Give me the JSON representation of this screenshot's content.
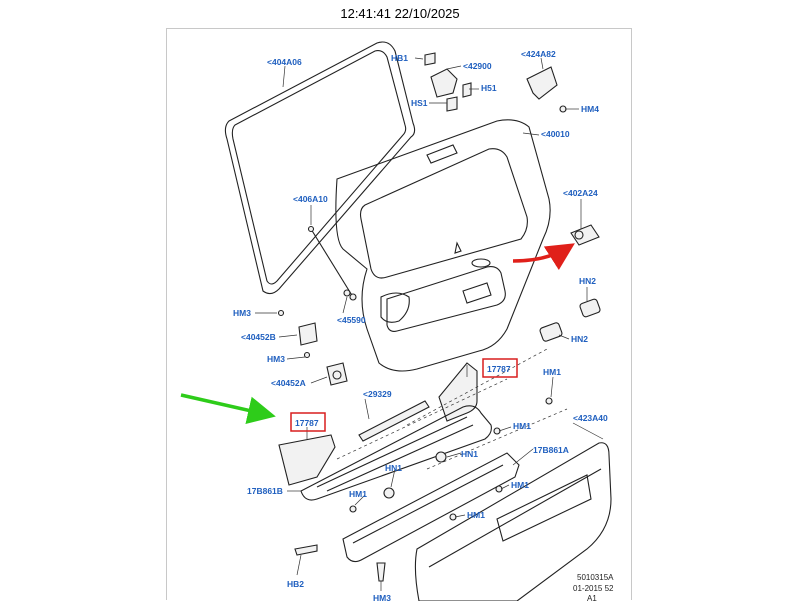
{
  "timestamp": "12:41:41 22/10/2025",
  "labels": {
    "l404A06": "<404A06",
    "lHB1": "HB1",
    "l42900": "<42900",
    "l424A82": "<424A82",
    "lHS1a": "HS1",
    "lH51": "H51",
    "lHM4": "HM4",
    "l40010": "<40010",
    "l406A10": "<406A10",
    "l402A24": "<402A24",
    "lHN2a": "HN2",
    "lHN2b": "HN2",
    "lHM3a": "HM3",
    "l40452B": "<40452B",
    "l45590": "<45590",
    "lHM3b": "HM3",
    "l40452A": "<40452A",
    "l17787a": "17787",
    "l17787b": "17787",
    "lHM1a": "HM1",
    "l29329": "<29329",
    "l423A40": "<423A40",
    "lHM1b": "HM1",
    "l17B861A": "17B861A",
    "lHN1a": "HN1",
    "lHN1b": "HN1",
    "lHM1c": "HM1",
    "l17B861B": "17B861B",
    "lHM1d": "HM1",
    "lHM1e": "HM1",
    "lHB2": "HB2",
    "lHM3c": "HM3"
  },
  "caption": {
    "line1": "5010315A",
    "line2": "01-2015 52",
    "line3": "A1"
  },
  "colors": {
    "label": "#1f5fbf",
    "highlight_box": "#d81e1e",
    "green_arrow": "#2ecc1a",
    "red_arrow": "#e0201a"
  }
}
